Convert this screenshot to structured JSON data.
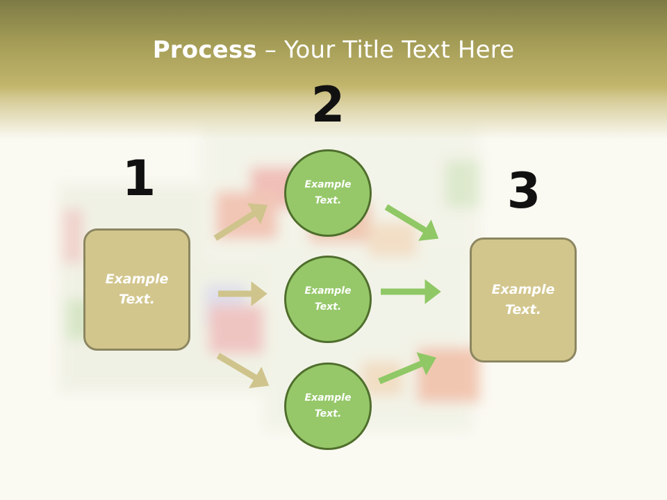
{
  "title": {
    "bold": "Process",
    "rest": " – Your Title Text Here"
  },
  "steps": {
    "one": "1",
    "two": "2",
    "three": "3"
  },
  "left_box": {
    "text": "Example Text."
  },
  "right_box": {
    "text": "Example Text."
  },
  "circles": [
    {
      "text": "Example Text."
    },
    {
      "text": "Example Text."
    },
    {
      "text": "Example Text."
    }
  ],
  "colors": {
    "box_fill": "#d2c68d",
    "box_border": "#8c8660",
    "circle_fill": "#96c86a",
    "circle_border": "#4f6e2c",
    "arrow_tan": "#cfc48c",
    "arrow_green": "#8fc865"
  }
}
